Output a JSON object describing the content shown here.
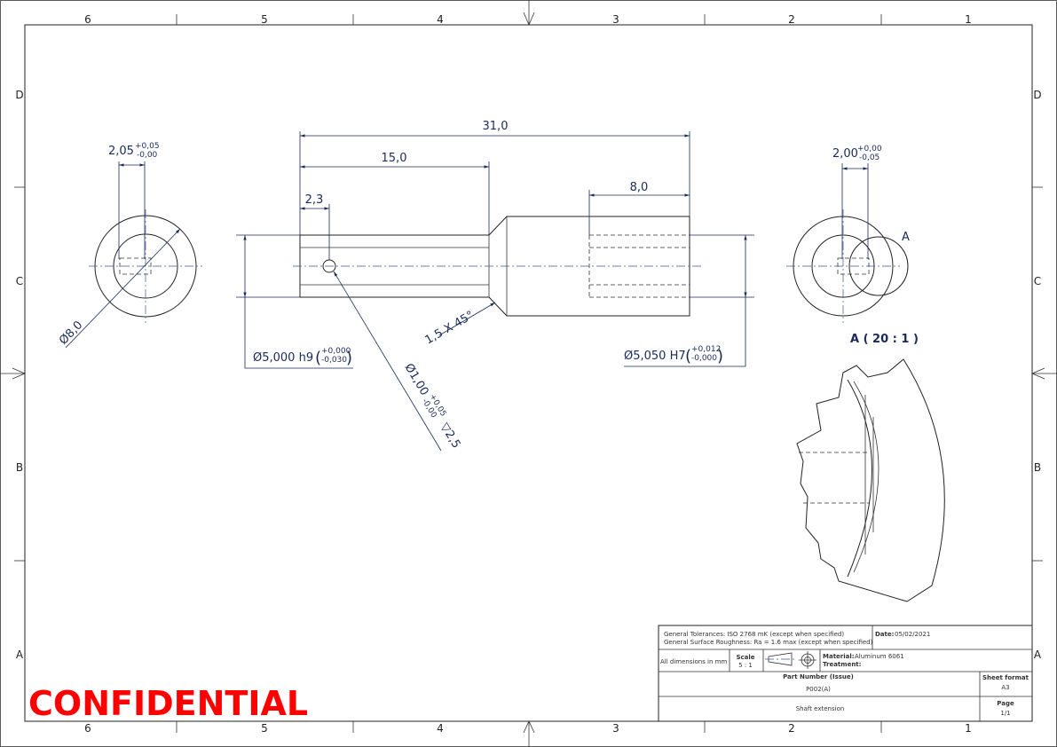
{
  "frame": {
    "columns_top": [
      "6",
      "5",
      "4",
      "3",
      "2",
      "1"
    ],
    "columns_bottom": [
      "6",
      "5",
      "4",
      "3",
      "2",
      "1"
    ],
    "rows_left": [
      "D",
      "C",
      "B",
      "A"
    ],
    "rows_right": [
      "D",
      "C",
      "B",
      "A"
    ]
  },
  "left_view": {
    "slot_dim": "2,05",
    "slot_tol_upper": "+0,05",
    "slot_tol_lower": "-0,00",
    "diameter": "Ø8,0"
  },
  "front_view": {
    "overall_length": "31,0",
    "shaft_length": "15,0",
    "hole_position": "2,3",
    "bore_depth": "8,0",
    "chamfer": "1,5 X 45°",
    "hole_spec": "Ø1,00",
    "hole_tol_upper": "+0,05",
    "hole_tol_lower": "-0,00",
    "hole_depth": "▽2,5",
    "shaft_diameter": "Ø5,000 h9",
    "shaft_tol_upper": "+0,000",
    "shaft_tol_lower": "-0,030",
    "bore_diameter": "Ø5,050 H7",
    "bore_tol_upper": "+0,012",
    "bore_tol_lower": "-0,000"
  },
  "right_view": {
    "slot_dim": "2,00",
    "slot_tol_upper": "+0,00",
    "slot_tol_lower": "-0,05",
    "detail_callout": "A"
  },
  "detail_view": {
    "label": "A ( 20 : 1 )"
  },
  "title_block": {
    "tolerances": "General Tolerances: ISO 2768 mK (except when specified)",
    "roughness": "General Surface Roughness: Ra = 1.6 max (except when specified)",
    "date_label": "Date:",
    "date_value": "05/02/2021",
    "units": "All dimensions in mm",
    "scale_label": "Scale",
    "scale_value": "5 : 1",
    "material_label": "Material:",
    "material_value": "Aluminum 6061",
    "treatment_label": "Treatment:",
    "part_number_label": "Part Number (Issue)",
    "part_number_value": "P002(A)",
    "sheet_format_label": "Sheet format",
    "sheet_format_value": "A3",
    "description": "Shaft extension",
    "page_label": "Page",
    "page_value": "1/1"
  },
  "watermark": "CONFIDENTIAL"
}
